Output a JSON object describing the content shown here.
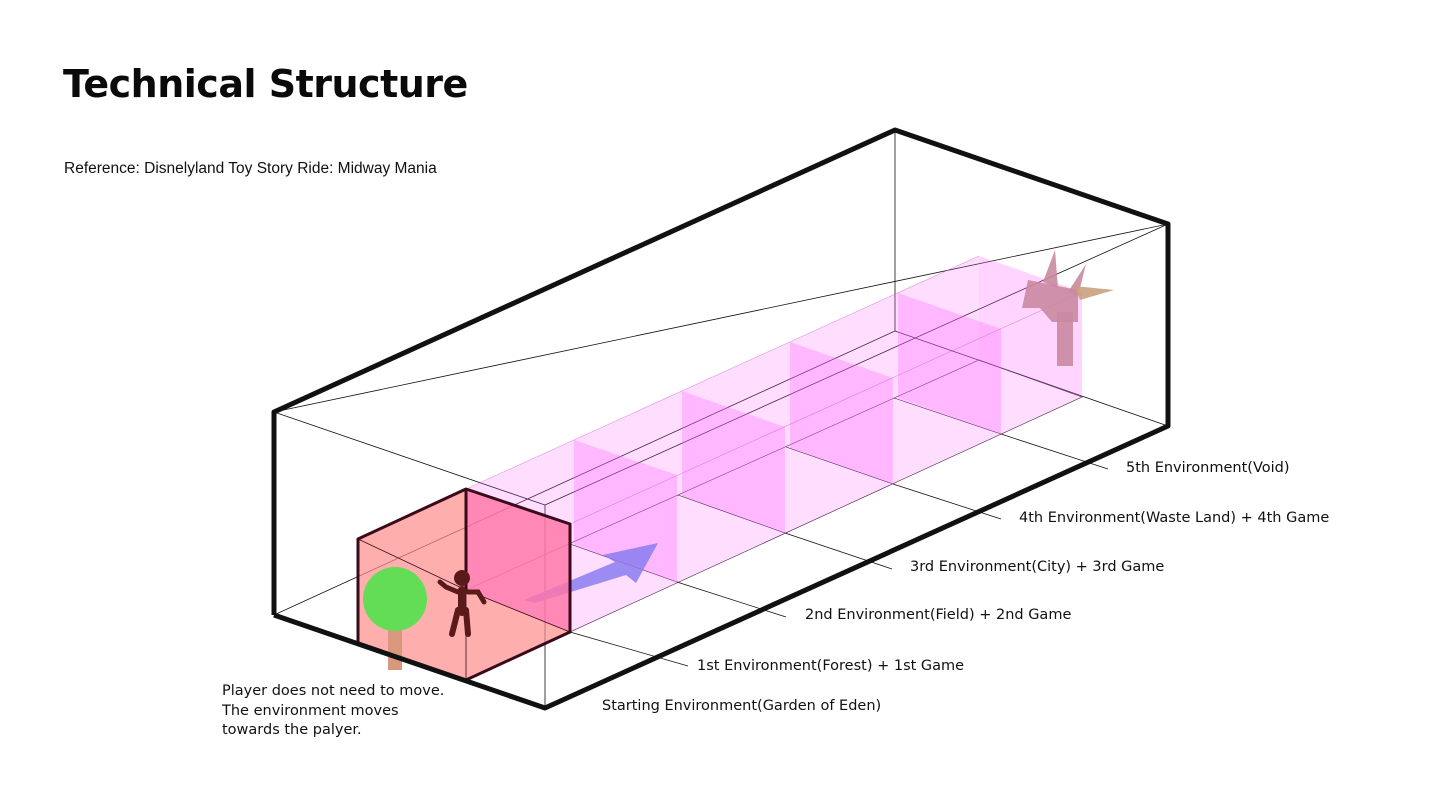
{
  "title": "Technical Structure",
  "reference": "Reference: Disnelyland Toy Story Ride: Midway Mania",
  "labels": [
    {
      "id": "starting",
      "text": "Starting Environment(Garden of Eden)"
    },
    {
      "id": "env1",
      "text": "1st Environment(Forest) + 1st Game"
    },
    {
      "id": "env2",
      "text": "2nd Environment(Field) + 2nd Game"
    },
    {
      "id": "env3",
      "text": "3rd Environment(City) + 3rd Game"
    },
    {
      "id": "env4",
      "text": "4th Environment(Waste Land) + 4th Game"
    },
    {
      "id": "env5",
      "text": "5th Environment(Void)"
    }
  ],
  "note": [
    "Player does not need to move.",
    "The environment moves",
    "towards the palyer."
  ],
  "colors": {
    "start_room": "#ff9f9f",
    "env_rooms": "#ff66ff",
    "tree_canopy": "#62dd55",
    "tree_trunk": "#d9977e",
    "player": "#5a1a1a",
    "arrow": "#8a7cf0",
    "dead_tree": "#c98aa0"
  },
  "icons": [
    "tree-icon",
    "player-icon",
    "direction-arrow-icon",
    "dead-tree-icon"
  ]
}
